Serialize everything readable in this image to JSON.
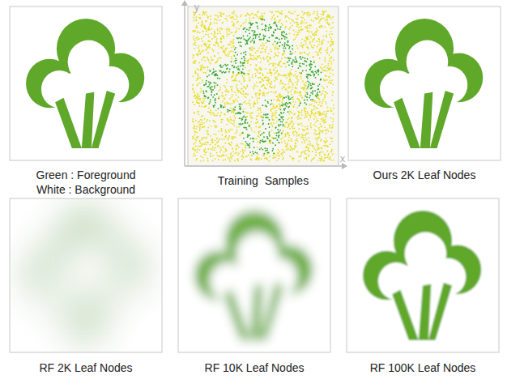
{
  "diagram": {
    "labels": [
      "Green : Foreground",
      "White : Background",
      "y",
      "x",
      "Training  Samples",
      "Ours 2K Leaf Nodes",
      "RF 2K Leaf Nodes",
      "RF 10K Leaf Nodes",
      "RF 100K Leaf Nodes"
    ]
  }
}
